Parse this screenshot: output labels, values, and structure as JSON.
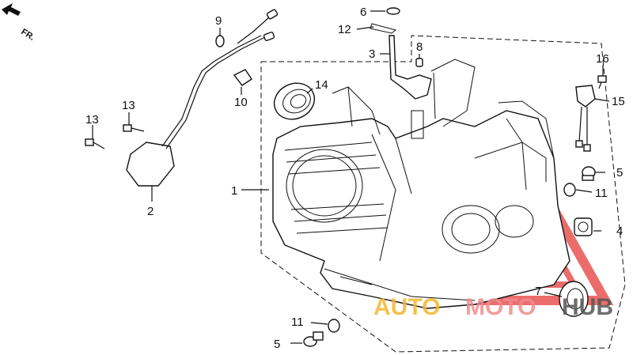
{
  "direction_label": "FR.",
  "callouts": {
    "c1": "1",
    "c2": "2",
    "c3": "3",
    "c4": "4",
    "c5a": "5",
    "c5b": "5",
    "c6": "6",
    "c7": "7",
    "c8": "8",
    "c9": "9",
    "c10": "10",
    "c11a": "11",
    "c11b": "11",
    "c12": "12",
    "c13a": "13",
    "c13b": "13",
    "c14": "14",
    "c15": "15",
    "c16": "16"
  },
  "watermark": {
    "part_a": "AUTO",
    "part_b": "MOTO",
    "part_c": "HUB",
    "colors": {
      "yellow": "#f3b830",
      "red": "#e63c3c",
      "pink": "#f08c8c",
      "dark": "#555555"
    }
  }
}
